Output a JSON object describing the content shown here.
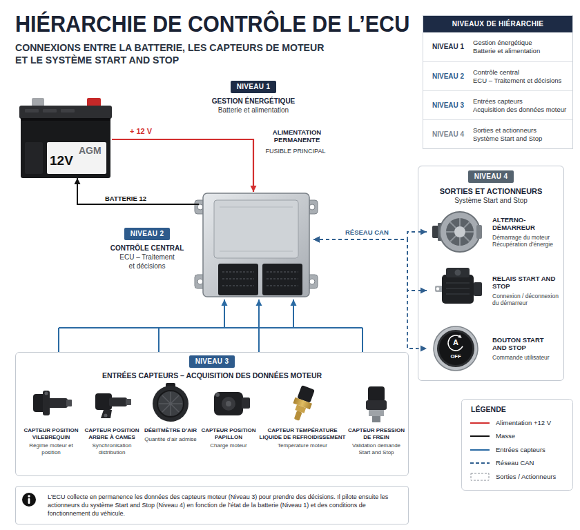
{
  "diagram": {
    "title": "HIÉRARCHIE DE CONTRÔLE DE L’ECU",
    "nodes": [
      {
        "text": [
          "12V",
          "AGM"
        ]
      },
      {
        "text": [
          "NIVEAU 1",
          "GESTION ÉNERGÉTIQUE",
          "Batterie et alimentation"
        ]
      },
      {
        "text": [
          "NIVEAUX DE HIÉRARCHIE"
        ]
      },
      {
        "text": [
          "NIVEAU 1",
          "Gestion énergétique",
          "Batterie et alimentation"
        ],
        "in": 2
      },
      {
        "text": [
          "NIVEAU 2",
          "Contrôle central",
          "ECU – Traitement et décisions"
        ],
        "in": 2
      },
      {
        "text": [
          "NIVEAU 3",
          "Entrées capteurs",
          "Acquisition des données moteur"
        ],
        "in": 2
      },
      {
        "text": [
          "NIVEAU 4",
          "Sorties et actionneurs",
          "Système Start and Stop"
        ],
        "in": 2
      },
      {
        "text": [
          "NIVEAU 2",
          "CONTRÔLE CENTRAL",
          "ECU – Traitement et décisions"
        ]
      },
      {
        "text": [
          "NIVEAU 4",
          "SORTIES ET ACTIONNEURS",
          "Système Start and Stop"
        ]
      },
      {
        "text": [
          "ALTERNO-DÉMARREUR",
          "Démarrage du moteur Récupération d’énergie"
        ],
        "in": 8
      },
      {
        "text": [
          "RELAIS START AND STOP",
          "Connexion / déconnexion du démarreur"
        ],
        "in": 8
      },
      {
        "text": [
          "BOUTON START AND STOP",
          "Commande utilisateur"
        ],
        "in": 8
      },
      {
        "text": [
          "NIVEAU 3",
          "ENTRÉES CAPTEURS – ACQUISITION DES DONNÉES MOTEUR"
        ]
      },
      {
        "text": [
          "CAPTEUR POSITION VILEBREQUIN",
          "Régime moteur et position"
        ],
        "in": 12
      },
      {
        "text": [
          "CAPTEUR POSITION ARBRE À CAMES",
          "Synchronisation distribution"
        ],
        "in": 12
      },
      {
        "text": [
          "DÉBITMÈTRE D’AIR",
          "Quantité d’air admise"
        ],
        "in": 12
      },
      {
        "text": [
          "CAPTEUR POSITION PAPILLON",
          "Charge moteur"
        ],
        "in": 12
      },
      {
        "text": [
          "CAPTEUR TEMPÉRATURE LIQUIDE DE REFROIDISSEMENT",
          "Température moteur"
        ],
        "in": 12
      },
      {
        "text": [
          "CAPTEUR PRESSION DE FREIN",
          "Validation demande Start and Stop"
        ],
        "in": 12
      },
      {
        "text": [
          "L’ECU collecte en permanence les données des capteurs moteur (Niveau 3) pour prendre des décisions. Il pilote ensuite les actionneurs du système Start and Stop (Niveau 4) en fonction de l’état de la batterie (Niveau 1) et des conditions de fonctionnement du véhicule."
        ]
      }
    ],
    "edges": [
      {
        "from": 0,
        "to": 7,
        "arrow": "to",
        "label": "+ 12 V"
      },
      {
        "from": 7,
        "to": 0,
        "arrow": "to",
        "label": "BATTERIE 12"
      },
      {
        "from": 12,
        "to": 7,
        "arrow": "to"
      },
      {
        "from": 7,
        "to": 9,
        "arrow": "both",
        "label": "RÉSEAU CAN"
      },
      {
        "from": 7,
        "to": 10,
        "arrow": "both"
      },
      {
        "from": 7,
        "to": 11,
        "arrow": "both"
      }
    ],
    "labels": [
      "CONNEXIONS ENTRE LA BATTERIE, LES CAPTEURS DE MOTEUR ET LE SYSTÈME START AND STOP",
      "ALIMENTATION PERMANENTE",
      "FUSIBLE PRINCIPAL",
      "A",
      "OFF",
      "LÉGENDE"
    ],
    "legend": [
      {
        "text": "Alimentation +12 V"
      },
      {
        "text": "Masse"
      },
      {
        "text": "Entrées capteurs"
      },
      {
        "text": "Réseau CAN"
      },
      {
        "text": "Sorties / Actionneurs"
      }
    ]
  }
}
